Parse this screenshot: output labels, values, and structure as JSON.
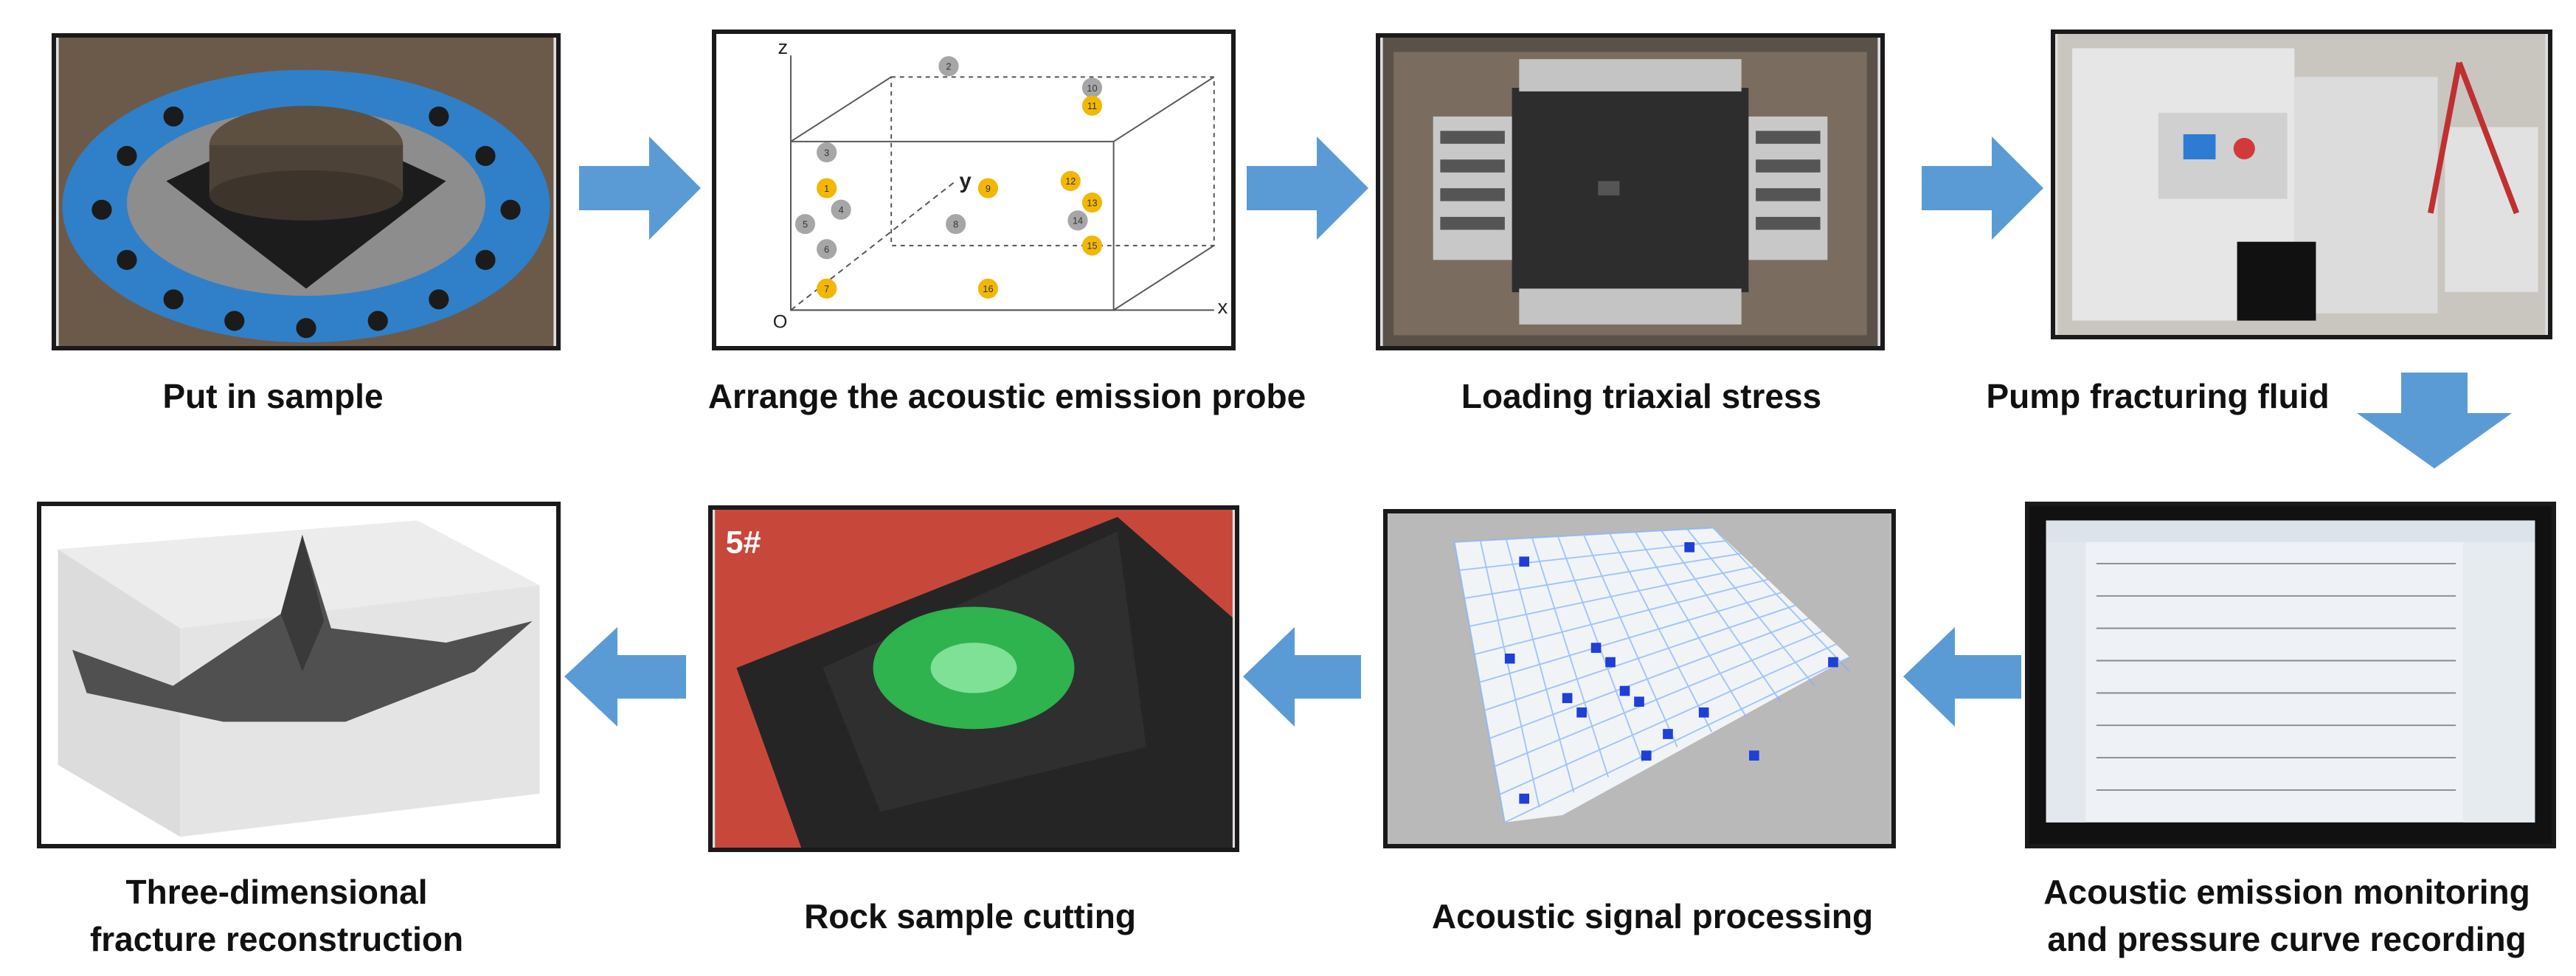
{
  "steps": [
    {
      "id": "s1",
      "caption": [
        "Put in sample"
      ]
    },
    {
      "id": "s2",
      "caption": [
        "Arrange the acoustic emission probe"
      ]
    },
    {
      "id": "s3",
      "caption": [
        "Loading triaxial stress"
      ]
    },
    {
      "id": "s4",
      "caption": [
        "Pump fracturing fluid"
      ]
    },
    {
      "id": "s5",
      "caption": [
        "Acoustic emission monitoring",
        "and pressure curve recording"
      ]
    },
    {
      "id": "s6",
      "caption": [
        "Acoustic signal processing"
      ]
    },
    {
      "id": "s7",
      "caption": [
        "Rock sample cutting"
      ]
    },
    {
      "id": "s8",
      "caption": [
        "Three-dimensional",
        "fracture reconstruction"
      ]
    }
  ],
  "probe_diagram": {
    "axes": {
      "x": "x",
      "y": "y",
      "z": "z",
      "origin": "O"
    },
    "probe_labels": [
      "1",
      "2",
      "3",
      "4",
      "5",
      "6",
      "7",
      "8",
      "9",
      "10",
      "11",
      "12",
      "13",
      "14",
      "15",
      "16"
    ]
  },
  "sample_label": "5#",
  "colors": {
    "arrow": "#5b9bd5",
    "panel_border": "#1a1a1a",
    "probe_yellow": "#f2b705",
    "probe_gray": "#a6a6a6",
    "ae_point": "#1f3fd6",
    "fracture_glow": "#2fe05a"
  }
}
